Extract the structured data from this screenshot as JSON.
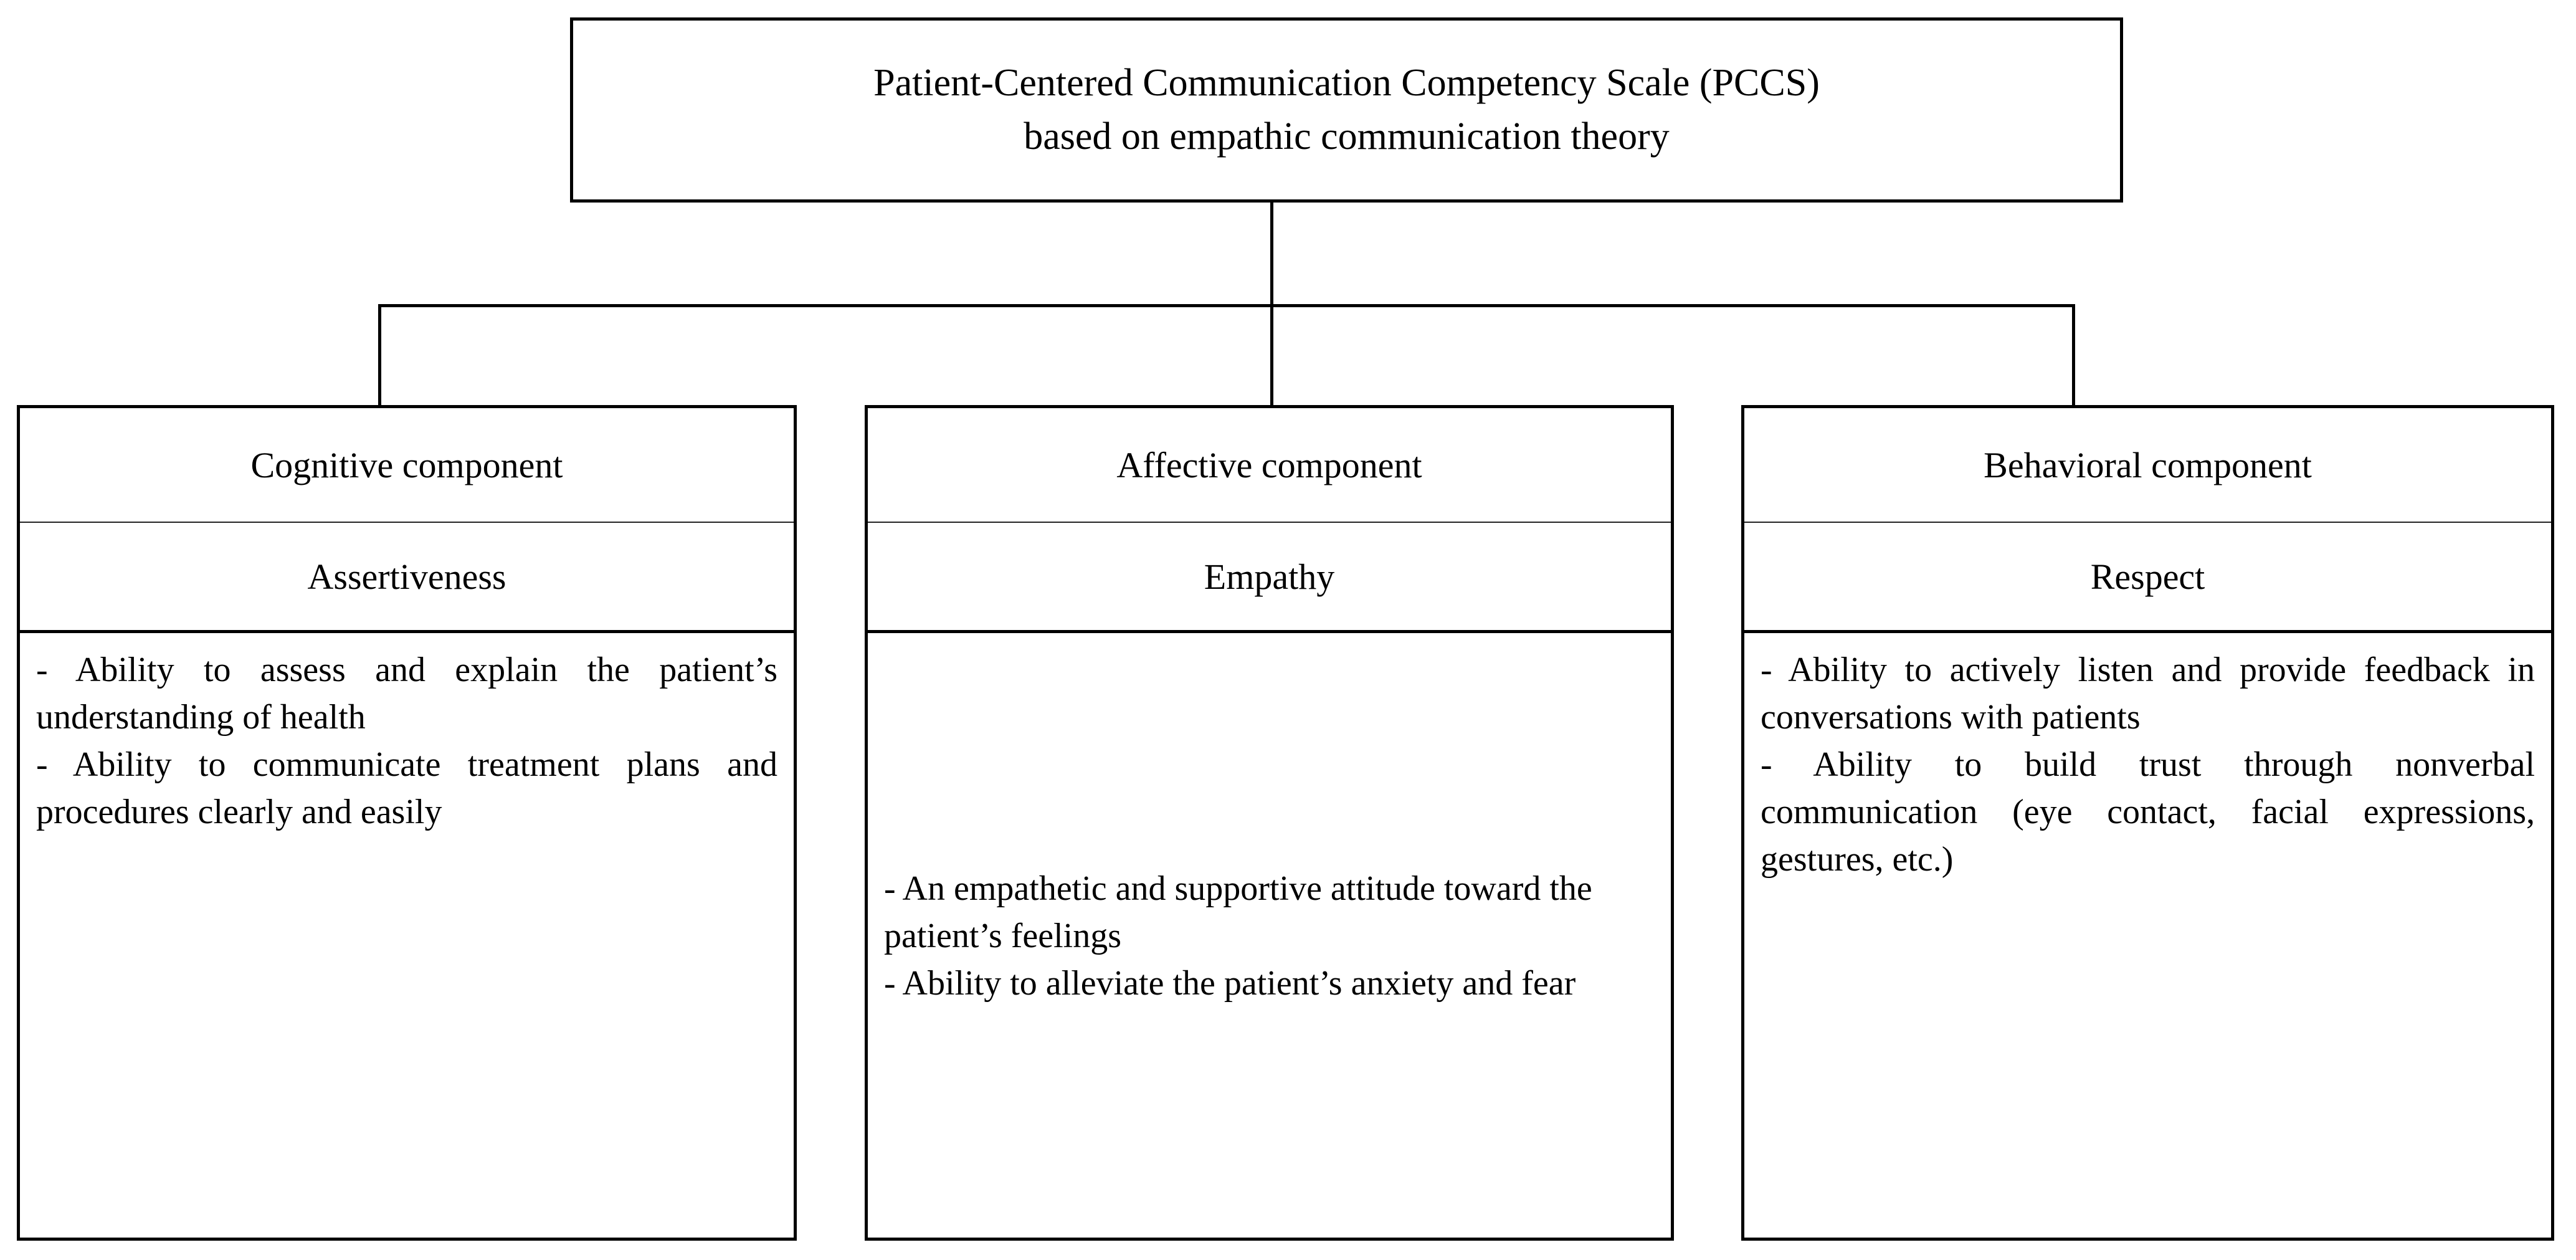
{
  "diagram": {
    "title_box": {
      "line1": "Patient-Centered Communication Competency Scale (PCCS)",
      "line2": "based on empathic communication theory"
    },
    "components": [
      {
        "id": "cognitive",
        "header": "Cognitive component",
        "subtitle": "Assertiveness",
        "items": [
          "- Ability to assess and explain the patient’s understanding of health",
          "- Ability to communicate treatment plans and procedures clearly and easily"
        ]
      },
      {
        "id": "affective",
        "header": "Affective component",
        "subtitle": "Empathy",
        "items": [
          "- An empathetic and supportive attitude toward the patient’s feelings",
          "- Ability to alleviate the patient’s anxiety and fear"
        ]
      },
      {
        "id": "behavioral",
        "header": "Behavioral component",
        "subtitle": "Respect",
        "items": [
          "- Ability to actively listen and provide feedback in conversations with patients",
          "- Ability to build trust through nonverbal communication (eye contact, facial expressions, gestures, etc.)"
        ]
      }
    ],
    "colors": {
      "line": "#000000",
      "text": "#000000",
      "background": "#ffffff"
    }
  }
}
